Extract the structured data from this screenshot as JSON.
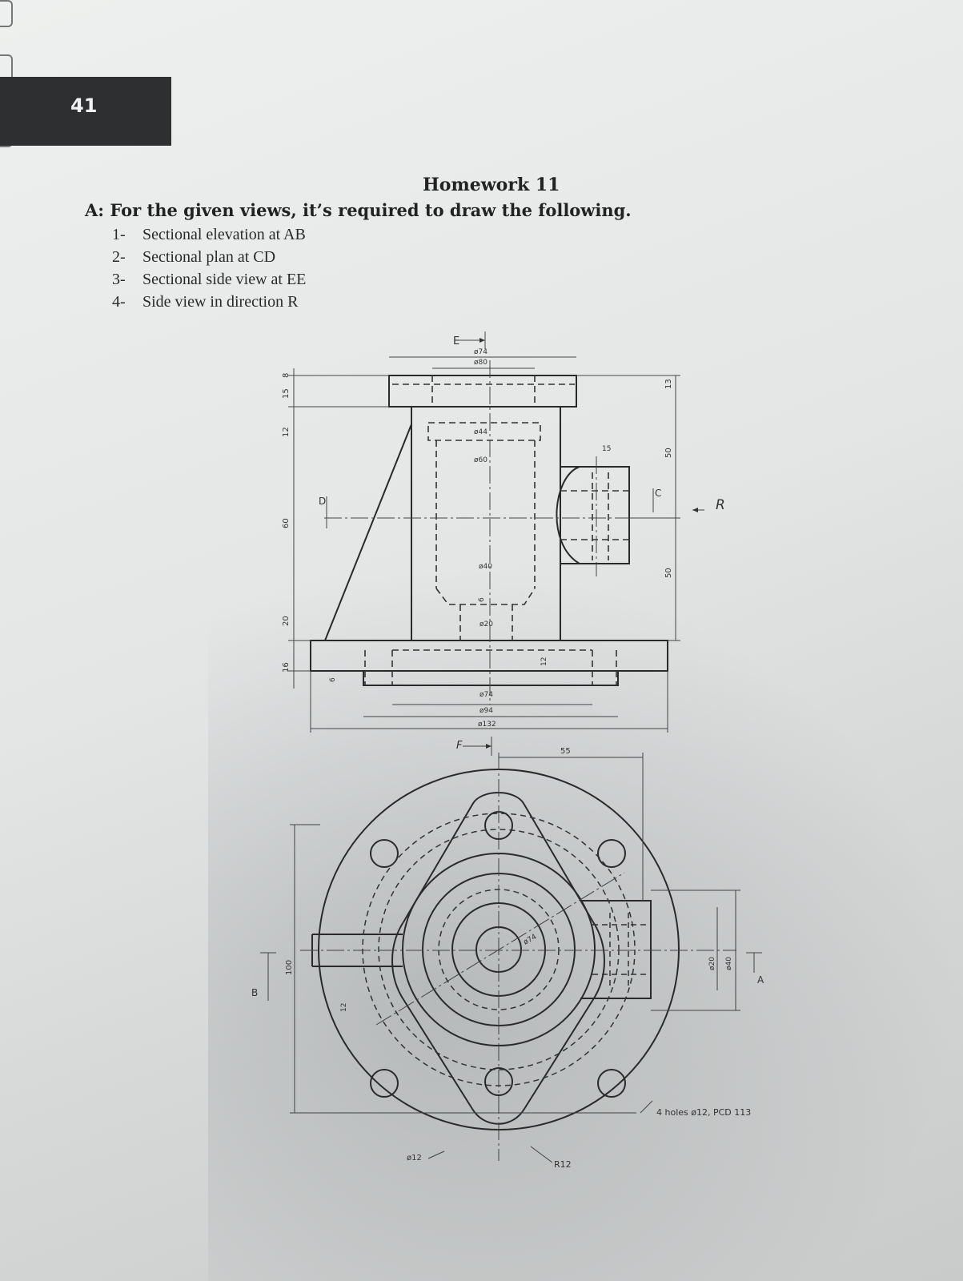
{
  "page": {
    "number": "41"
  },
  "homework": {
    "title": "Homework 11",
    "instruction": "A: For the given views, it’s required to draw the following.",
    "tasks": [
      {
        "num": "1-",
        "text": "Sectional elevation at AB"
      },
      {
        "num": "2-",
        "text": "Sectional plan at CD"
      },
      {
        "num": "3-",
        "text": "Sectional side view at EE"
      },
      {
        "num": "4-",
        "text": "Side view in direction R"
      }
    ]
  },
  "drawing": {
    "elevation": {
      "section_e": "E",
      "dia_74_top": "ø74",
      "dia_80": "ø80",
      "dia_44": "ø44",
      "dia_60": "ø60",
      "dia_40": "ø40",
      "dia_20": "ø20",
      "dia_74_bottom": "ø74",
      "dia_94": "ø94",
      "dia_132": "ø132",
      "dim_15_top": "15",
      "dim_8": "8",
      "dim_12_left": "12",
      "dim_60": "60",
      "dim_20": "20",
      "dim_16": "16",
      "dim_6_base": "6",
      "dim_13": "13",
      "dim_50_upper": "50",
      "dim_50_lower": "50",
      "dim_15_boss": "15",
      "dim_12_base": "12",
      "dim_6_bore": "6",
      "label_d": "D",
      "label_c": "C",
      "label_r": "R",
      "section_f": "F"
    },
    "plan": {
      "dim_55": "55",
      "dia_74": "ø74",
      "dim_100": "100",
      "dim_12": "12",
      "label_b": "B",
      "label_a": "A",
      "dia_20": "ø20",
      "dia_40": "ø40",
      "holes_note": "4 holes ø12, PCD 113",
      "dia_12": "ø12",
      "radius_12": "R12"
    }
  }
}
